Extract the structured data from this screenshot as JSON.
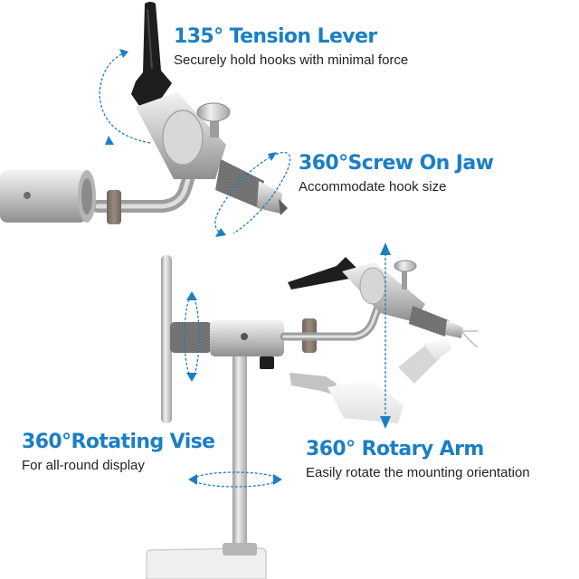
{
  "colors": {
    "accent_blue": "#1b7fc4",
    "text_dark": "#222222",
    "background": "#ffffff"
  },
  "features": {
    "tension_lever": {
      "title": "135° Tension Lever",
      "desc": "Securely hold hooks with minimal force"
    },
    "screw_jaw": {
      "title": "360°Screw On Jaw",
      "desc": "Accommodate hook size"
    },
    "rotating_vise": {
      "title": "360°Rotating Vise",
      "desc": "For all-round display"
    },
    "rotary_arm": {
      "title": "360° Rotary Arm",
      "desc": "Easily rotate the mounting orientation"
    }
  }
}
